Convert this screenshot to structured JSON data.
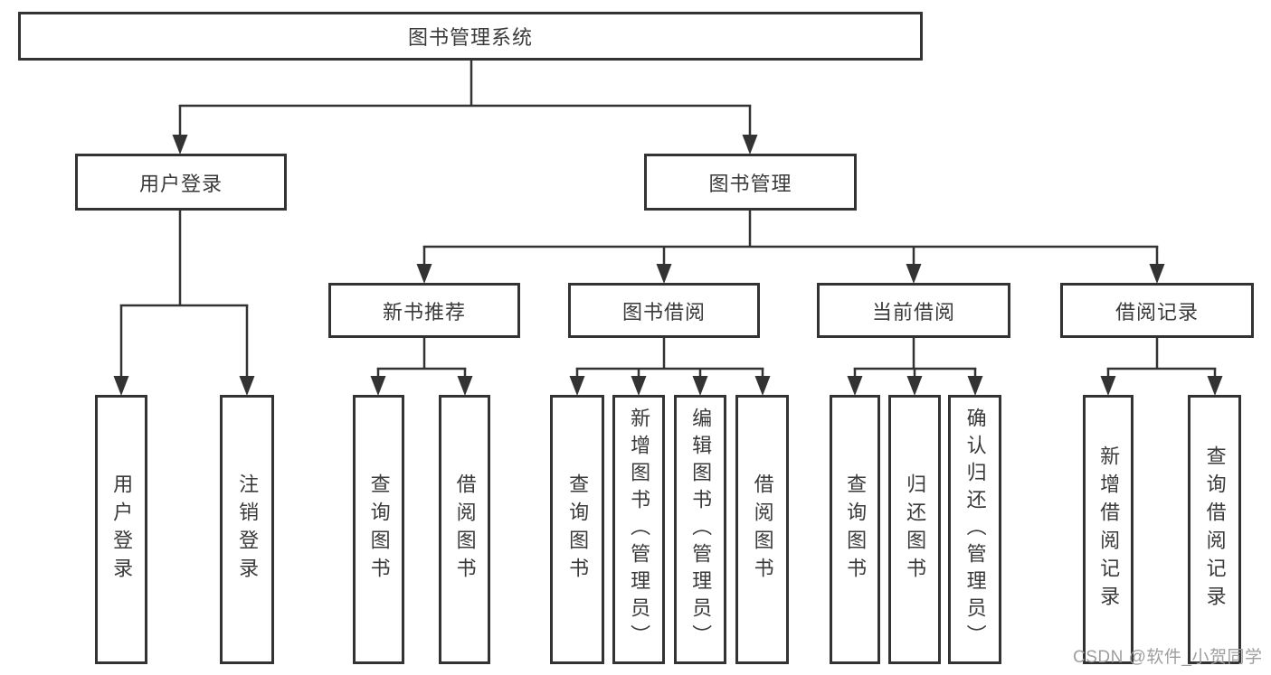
{
  "diagram": {
    "root": "图书管理系统",
    "level1": [
      {
        "label": "用户登录",
        "children": [
          "用户登录",
          "注销登录"
        ]
      },
      {
        "label": "图书管理"
      }
    ],
    "level2": [
      {
        "label": "新书推荐",
        "children": [
          "查询图书",
          "借阅图书"
        ]
      },
      {
        "label": "图书借阅",
        "children": [
          "查询图书",
          "新增图书（管理员）",
          "编辑图书（管理员）",
          "借阅图书"
        ]
      },
      {
        "label": "当前借阅",
        "children": [
          "查询图书",
          "归还图书",
          "确认归还（管理员）"
        ]
      },
      {
        "label": "借阅记录",
        "children": [
          "新增借阅记录",
          "查询借阅记录"
        ]
      }
    ]
  },
  "watermark": "CSDN @软件_小贺同学",
  "colors": {
    "line": "#333333",
    "border": "#333333",
    "text": "#3a3a3a",
    "watermark": "#9e9e9e",
    "background": "#ffffff"
  }
}
